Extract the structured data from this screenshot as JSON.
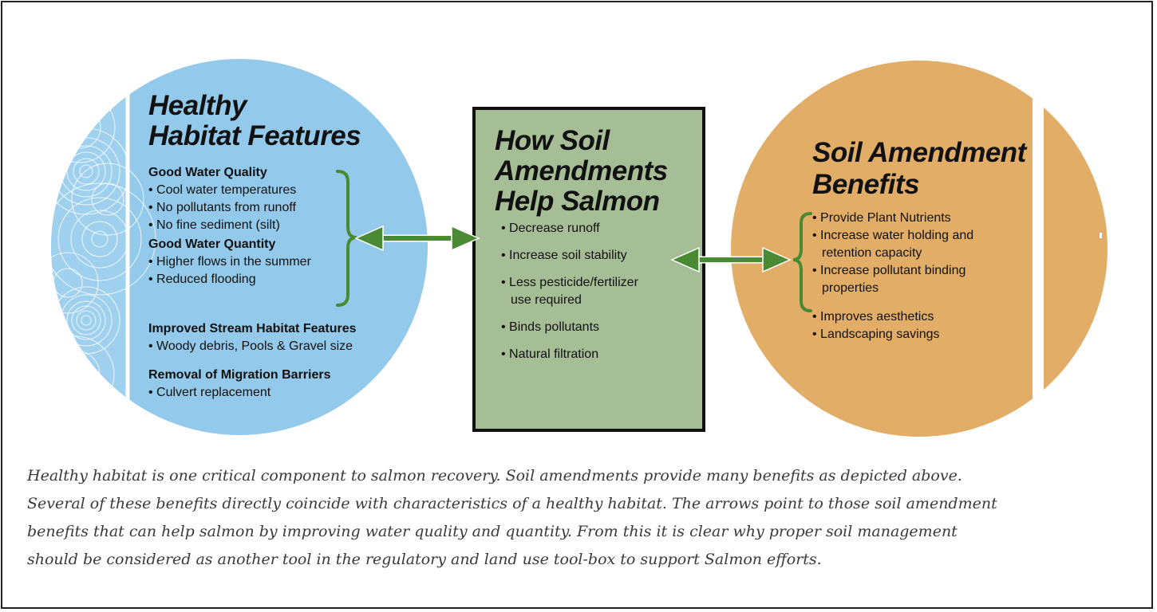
{
  "colors": {
    "blue": "#93c9ea",
    "orange": "#e2ad66",
    "green_box": "#a5be95",
    "arrow": "#4a8a35",
    "brace": "#4a8a35"
  },
  "left_circle": {
    "title_line1": "Healthy",
    "title_line2": "Habitat Features",
    "sections": [
      {
        "heading": "Good Water Quality",
        "items": [
          "• Cool water temperatures",
          "• No pollutants from runoff",
          "• No fine sediment (silt)"
        ]
      },
      {
        "heading": "Good Water Quantity",
        "items": [
          "• Higher flows in the summer",
          "• Reduced flooding"
        ]
      },
      {
        "heading": "Improved Stream Habitat Features",
        "items": [
          "• Woody debris, Pools & Gravel size"
        ]
      },
      {
        "heading": "Removal of Migration Barriers",
        "items": [
          "• Culvert replacement"
        ]
      }
    ]
  },
  "center_box": {
    "title_line1": "How Soil",
    "title_line2": "Amendments",
    "title_line3": "Help Salmon",
    "items": [
      [
        "• Decrease runoff"
      ],
      [
        "• Increase soil stability"
      ],
      [
        "• Less pesticide/fertilizer",
        "use required"
      ],
      [
        "• Binds pollutants"
      ],
      [
        "• Natural filtration"
      ]
    ]
  },
  "right_circle": {
    "title_line1": "Soil Amendment",
    "title_line2": "Benefits",
    "items": [
      [
        "• Provide Plant Nutrients"
      ],
      [
        "• Increase water holding and",
        "retention capacity"
      ],
      [
        "• Increase pollutant binding",
        "properties"
      ],
      [
        "• Improves aesthetics"
      ],
      [
        "• Landscaping savings"
      ]
    ]
  },
  "caption": [
    "Healthy habitat is one critical component to salmon recovery. Soil amendments provide many benefits as depicted above.",
    "Several of these benefits directly coincide with characteristics of a healthy habitat. The arrows point to those soil amendment",
    "benefits that can help salmon by improving water quality and quantity. From this it is clear why proper soil management",
    "should be considered as another tool in the regulatory and land use tool-box to support Salmon efforts."
  ]
}
